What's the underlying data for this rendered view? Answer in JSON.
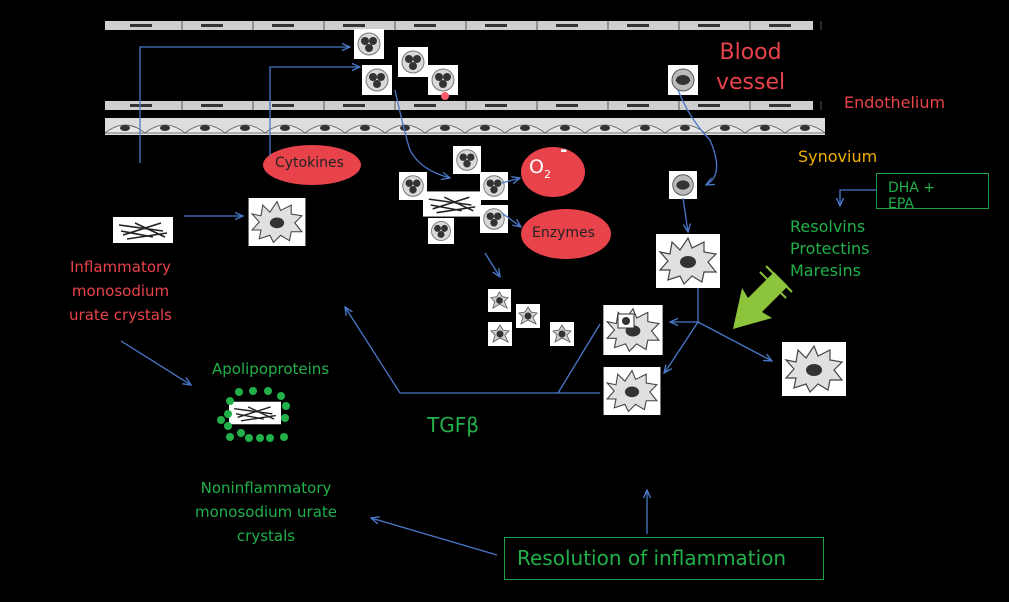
{
  "labels": {
    "blood_vessel": "Blood\nvessel",
    "endothelium": "Endothelium",
    "synovium": "Synovium",
    "dha_epa": "DHA +\nEPA",
    "resolvins": "Resolvins\nProtectins\nMaresins",
    "cytokines": "Cytokines",
    "o2": "O",
    "o2_sub": "2",
    "o2_sup": "-",
    "enzymes": "Enzymes",
    "inflammatory": "Inflammatory\nmonosodium\nurate crystals",
    "apolipoproteins": "Apolipoproteins",
    "tgfb": "TGFβ",
    "noninflammatory": "Noninflammatory\nmonosodium urate\ncrystals",
    "resolution": "Resolution of inflammation"
  },
  "icons": [
    "neutrophil-icon",
    "monocyte-icon",
    "macrophage-icon",
    "apoptotic-cell-icon",
    "urate-crystal-icon",
    "endothelial-cell-icon"
  ],
  "colors": {
    "background": "#000000",
    "red_label": "#e8424b",
    "green_label": "#22b04b",
    "gold_label": "#f0b000",
    "arrow": "#4a78c8",
    "big_arrow": "#8cc43c"
  }
}
